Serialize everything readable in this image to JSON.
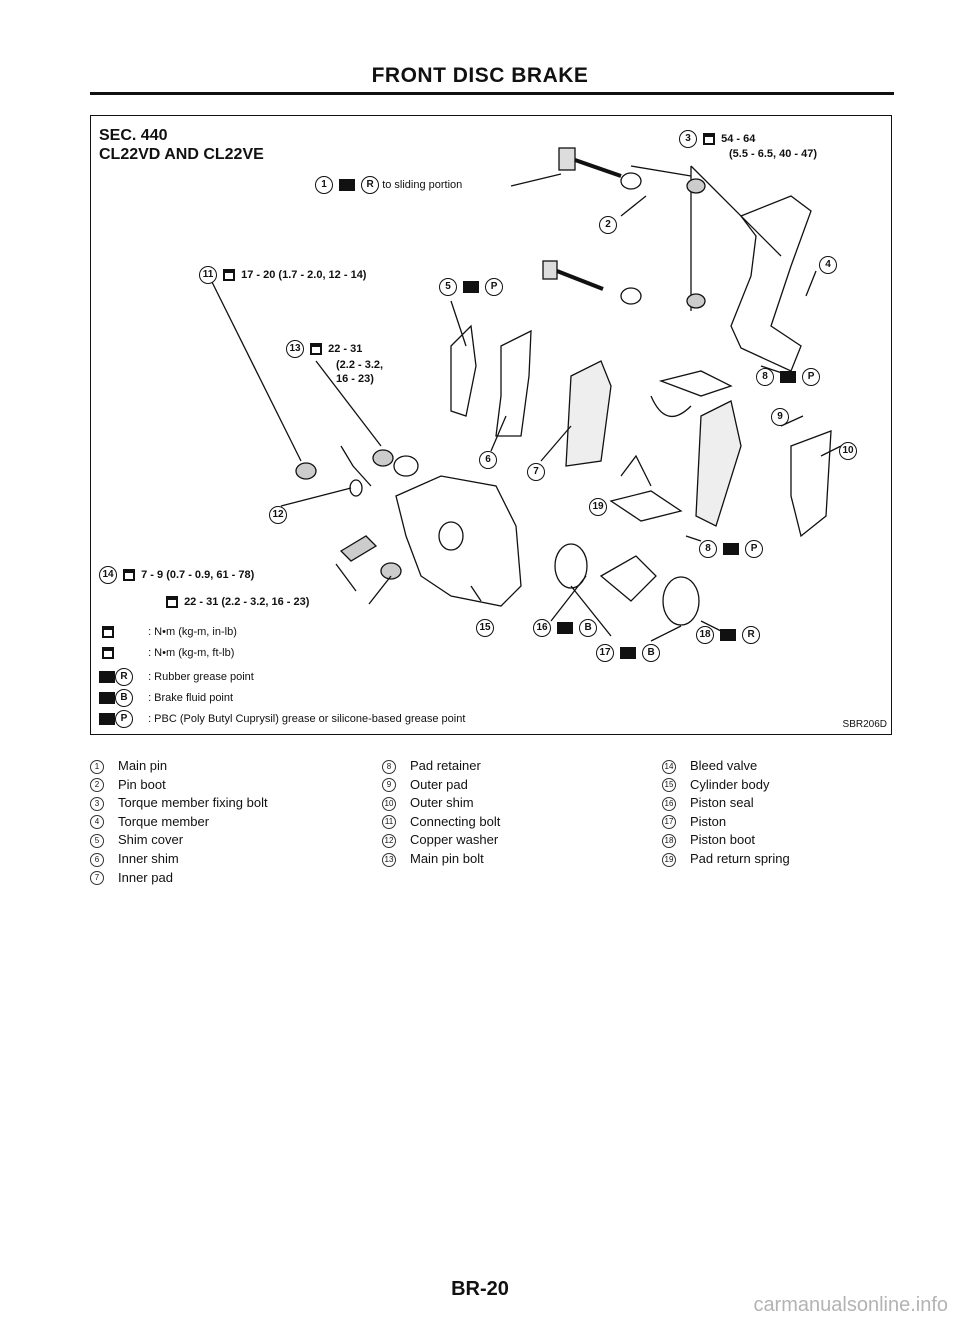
{
  "page": {
    "title": "FRONT DISC BRAKE",
    "page_number": "BR-20",
    "watermark": "carmanualsonline.info"
  },
  "figure": {
    "sec_line1": "SEC. 440",
    "sec_line2": "CL22VD AND CL22VE",
    "sliding_note": "to sliding portion",
    "torque_3": "54 - 64",
    "torque_3b": "(5.5 - 6.5, 40 - 47)",
    "torque_11": "17 - 20 (1.7 - 2.0, 12 - 14)",
    "torque_13a": "22 - 31",
    "torque_13b": "(2.2 - 3.2,",
    "torque_13c": "16 - 23)",
    "torque_14": "7 - 9 (0.7 - 0.9, 61 - 78)",
    "torque_bolt": "22 - 31 (2.2 - 3.2, 16 - 23)",
    "ref_code": "SBR206D",
    "legend": [
      {
        "text": ": N•m (kg-m, in-lb)"
      },
      {
        "text": ": N•m (kg-m, ft-lb)"
      },
      {
        "text": ": Rubber grease point"
      },
      {
        "text": ": Brake fluid point"
      },
      {
        "text": ": PBC (Poly Butyl Cuprysil) grease or silicone-based grease point"
      }
    ],
    "callouts": [
      "1",
      "2",
      "3",
      "4",
      "5",
      "6",
      "7",
      "8",
      "9",
      "10",
      "11",
      "12",
      "13",
      "14",
      "15",
      "16",
      "17",
      "18",
      "19"
    ],
    "letter_R": "R",
    "letter_P": "P",
    "letter_B": "B"
  },
  "parts_col1": [
    {
      "num": "1",
      "name": "Main pin"
    },
    {
      "num": "2",
      "name": "Pin boot"
    },
    {
      "num": "3",
      "name": "Torque member fixing bolt"
    },
    {
      "num": "4",
      "name": "Torque member"
    },
    {
      "num": "5",
      "name": "Shim cover"
    },
    {
      "num": "6",
      "name": "Inner shim"
    },
    {
      "num": "7",
      "name": "Inner pad"
    }
  ],
  "parts_col2": [
    {
      "num": "8",
      "name": "Pad retainer"
    },
    {
      "num": "9",
      "name": "Outer pad"
    },
    {
      "num": "10",
      "name": "Outer shim"
    },
    {
      "num": "11",
      "name": "Connecting bolt"
    },
    {
      "num": "12",
      "name": "Copper washer"
    },
    {
      "num": "13",
      "name": "Main pin bolt"
    }
  ],
  "parts_col3": [
    {
      "num": "14",
      "name": "Bleed valve"
    },
    {
      "num": "15",
      "name": "Cylinder body"
    },
    {
      "num": "16",
      "name": "Piston seal"
    },
    {
      "num": "17",
      "name": "Piston"
    },
    {
      "num": "18",
      "name": "Piston boot"
    },
    {
      "num": "19",
      "name": "Pad return spring"
    }
  ]
}
